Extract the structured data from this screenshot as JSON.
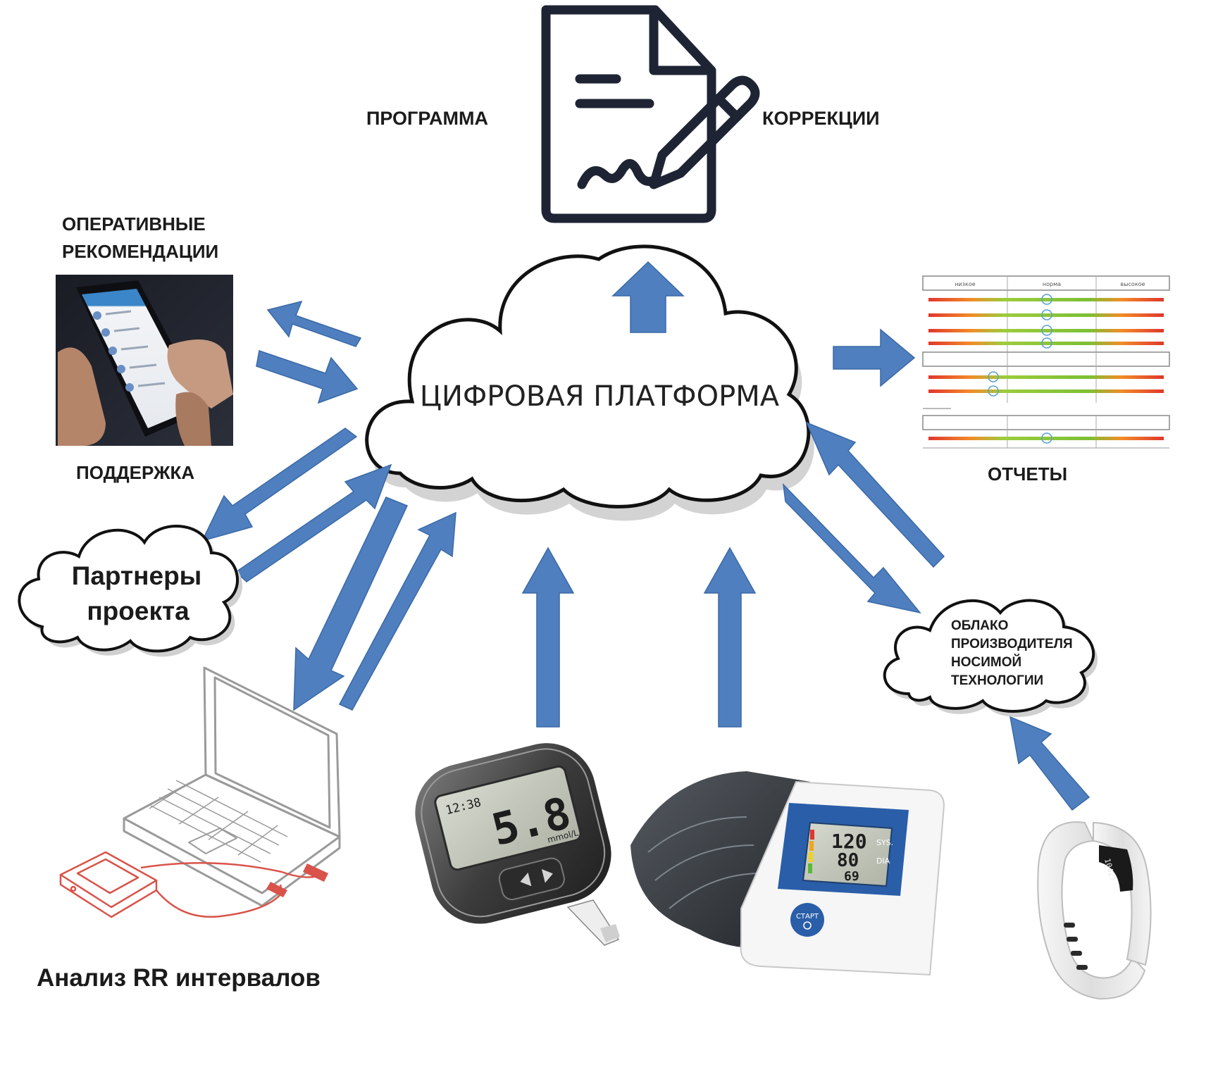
{
  "labels": {
    "program": "ПРОГРАММА",
    "correction": "КОРРЕКЦИИ",
    "platform": "ЦИФРОВАЯ ПЛАТФОРМА",
    "recommendations_1": "ОПЕРАТИВНЫЕ",
    "recommendations_2": "РЕКОМЕНДАЦИИ",
    "support": "ПОДДЕРЖКА",
    "reports": "ОТЧЕТЫ",
    "partners_1": "Партнеры",
    "partners_2": "проекта",
    "vendor_cloud_1": "ОБЛАКО",
    "vendor_cloud_2": "ПРОИЗВОДИТЕЛЯ",
    "vendor_cloud_3": "НОСИМОЙ",
    "vendor_cloud_4": "ТЕХНОЛОГИИ",
    "rr_analysis": "Анализ RR интервалов"
  },
  "devices": {
    "glucometer_reading": "5.8",
    "glucometer_time": "12:38",
    "glucometer_unit": "mmol/L",
    "bp_sys": "120",
    "bp_dia": "80",
    "bp_pulse": "69",
    "bp_sys_label": "SYS.",
    "bp_dia_label": "DIA",
    "bp_start": "СТАРТ",
    "bracelet_text": "10427"
  },
  "report_headers": [
    "низкое",
    "норма",
    "высокое"
  ],
  "colors": {
    "arrow": "#4f7fbf",
    "arrow_stroke": "#3a69a6",
    "outline": "#1e2433",
    "laptop": "#9a9a9a",
    "rr_device": "#d9534a"
  }
}
